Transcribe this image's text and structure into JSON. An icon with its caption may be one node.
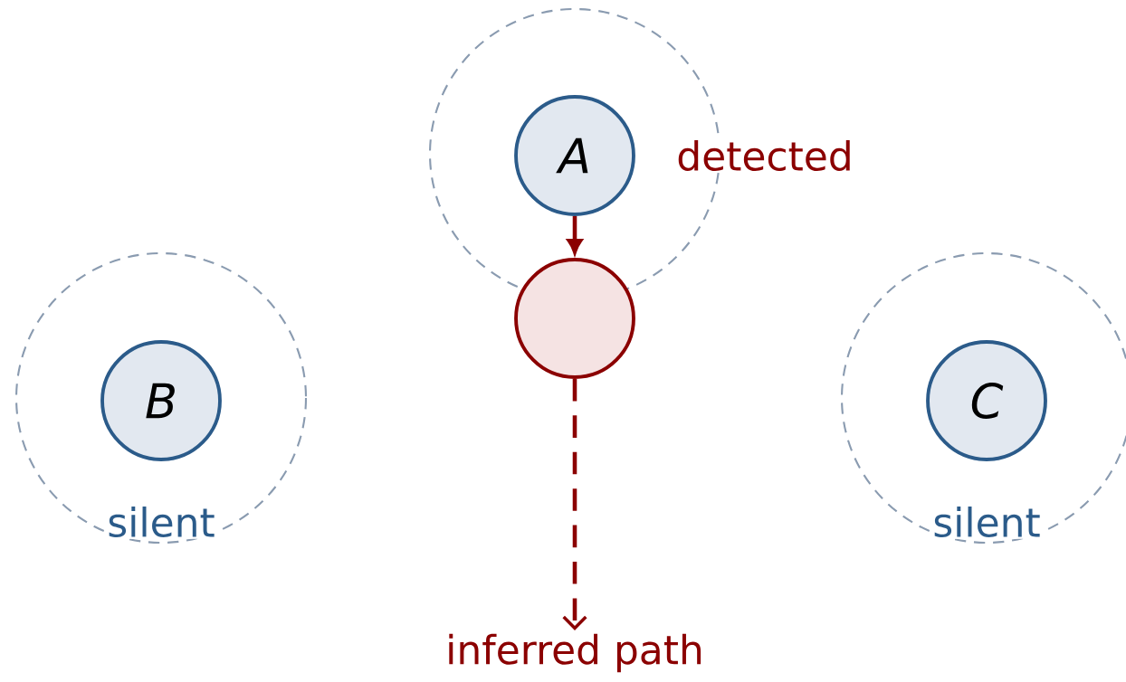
{
  "diagram": {
    "nodes": [
      {
        "text": [
          "A"
        ],
        "beside": [
          "detected"
        ]
      },
      {
        "text": [],
        "shape": "circle"
      },
      {
        "text": [
          "B"
        ],
        "beside": [
          "silent"
        ]
      },
      {
        "text": [
          "C"
        ],
        "beside": [
          "silent"
        ]
      },
      {
        "text": [
          "inferred path"
        ]
      }
    ],
    "edges": [
      {
        "from": 0,
        "to": 1,
        "arrow": "to"
      },
      {
        "from": 1,
        "to": 4,
        "arrow": "to",
        "style": "dashed"
      }
    ]
  }
}
